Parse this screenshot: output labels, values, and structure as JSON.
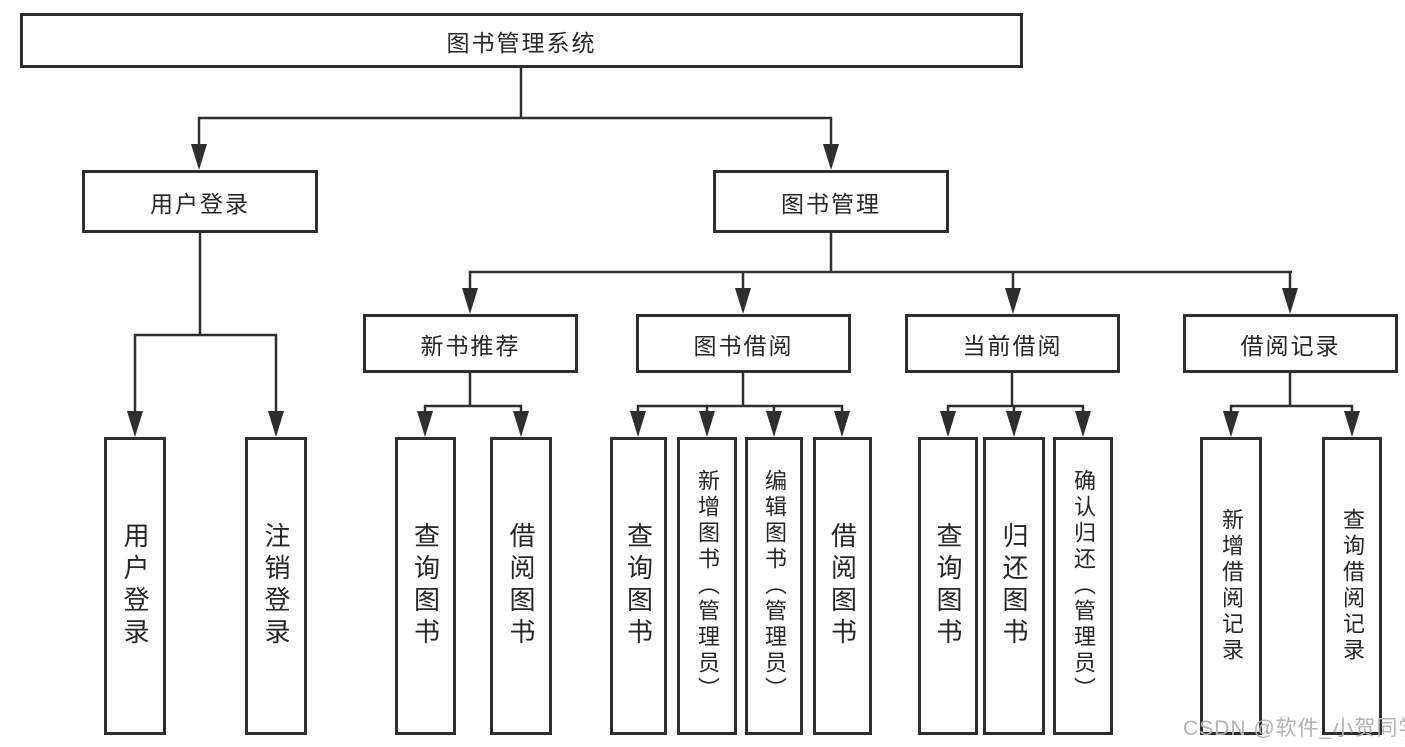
{
  "diagram": {
    "root": {
      "label": "图书管理系统"
    },
    "level2": [
      {
        "id": "user-login",
        "label": "用户登录"
      },
      {
        "id": "book-management",
        "label": "图书管理"
      }
    ],
    "level3": [
      {
        "id": "new-book-recommend",
        "label": "新书推荐"
      },
      {
        "id": "book-borrow",
        "label": "图书借阅"
      },
      {
        "id": "current-borrow",
        "label": "当前借阅"
      },
      {
        "id": "borrow-record",
        "label": "借阅记录"
      }
    ],
    "leaves": [
      {
        "id": "user-login-action",
        "parent": "user-login",
        "label": "用户登录"
      },
      {
        "id": "logout-action",
        "parent": "user-login",
        "label": "注销登录"
      },
      {
        "id": "query-book-1",
        "parent": "new-book-recommend",
        "label": "查询图书"
      },
      {
        "id": "borrow-book-1",
        "parent": "new-book-recommend",
        "label": "借阅图书"
      },
      {
        "id": "query-book-2",
        "parent": "book-borrow",
        "label": "查询图书"
      },
      {
        "id": "add-book-admin",
        "parent": "book-borrow",
        "label": "新增图书（管理员）"
      },
      {
        "id": "edit-book-admin",
        "parent": "book-borrow",
        "label": "编辑图书（管理员）"
      },
      {
        "id": "borrow-book-2",
        "parent": "book-borrow",
        "label": "借阅图书"
      },
      {
        "id": "query-book-3",
        "parent": "current-borrow",
        "label": "查询图书"
      },
      {
        "id": "return-book",
        "parent": "current-borrow",
        "label": "归还图书"
      },
      {
        "id": "confirm-return-admin",
        "parent": "current-borrow",
        "label": "确认归还（管理员）"
      },
      {
        "id": "add-borrow-record",
        "parent": "borrow-record",
        "label": "新增借阅记录"
      },
      {
        "id": "query-borrow-record",
        "parent": "borrow-record",
        "label": "查询借阅记录"
      }
    ]
  },
  "watermark": {
    "text": "CSDN @软件_小贺同学"
  },
  "colors": {
    "background": "#ffffff",
    "line": "#2e2e2e",
    "node_border": "#2e2e2e",
    "node_text": "#262626",
    "watermark": "#b3b3b3"
  }
}
